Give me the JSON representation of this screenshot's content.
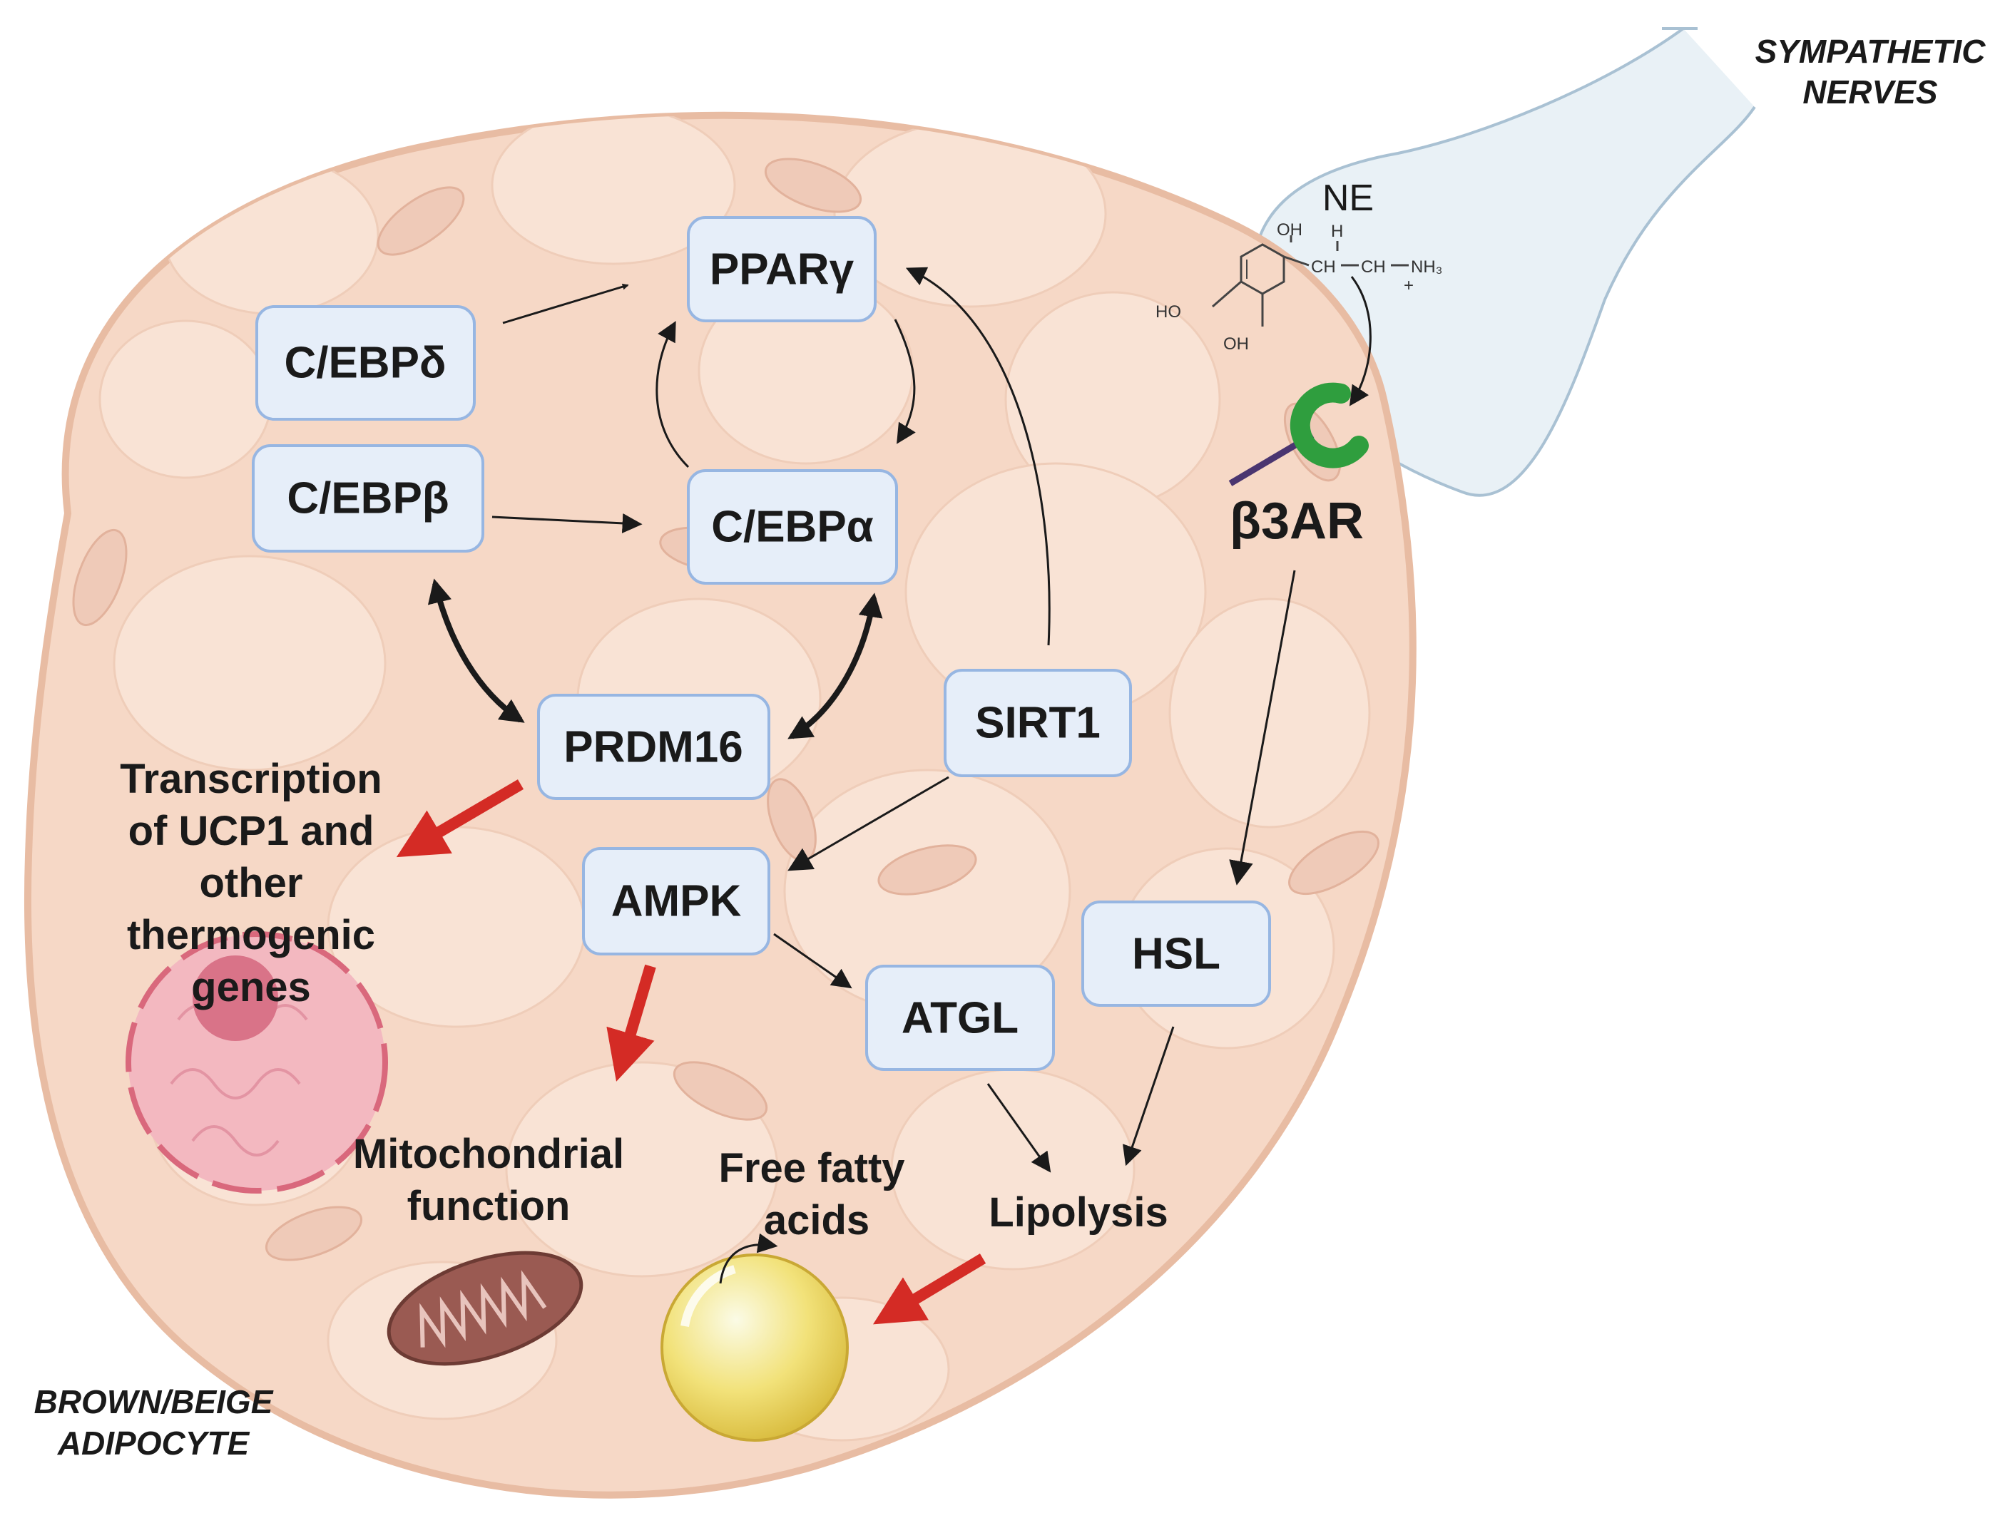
{
  "nodes": {
    "ppar": "PPARγ",
    "cebpd": "C/EBPδ",
    "cebpb": "C/EBPβ",
    "cebpa": "C/EBPα",
    "prdm16": "PRDM16",
    "sirt1": "SIRT1",
    "ampk": "AMPK",
    "atgl": "ATGL",
    "hsl": "HSL"
  },
  "labels": {
    "transcription": [
      "Transcription",
      "of UCP1 and",
      "other",
      "thermogenic",
      "genes"
    ],
    "mito": [
      "Mitochondrial",
      "function"
    ],
    "ffa": [
      "Free fatty",
      "acids"
    ],
    "lipolysis": "Lipolysis",
    "receptor": "β3AR",
    "ne": "NE",
    "nerves": [
      "SYMPATHETIC",
      "NERVES"
    ],
    "cell": [
      "BROWN/BEIGE",
      "ADIPOCYTE"
    ]
  },
  "chemical": {
    "oh_top": "OH",
    "h": "H",
    "ch1": "CH",
    "ch2": "CH",
    "nh3": "NH₃",
    "plus": "+",
    "ho": "HO",
    "oh_bottom": "OH"
  },
  "colors": {
    "cell_fill": "#f6d8c6",
    "cell_stroke": "#e8bca3",
    "node_fill": "#e6eef9",
    "node_stroke": "#97b6e2",
    "red_arrow": "#d42b25",
    "nerve_fill": "#e9f1f6",
    "receptor_green": "#2f9e3e"
  }
}
